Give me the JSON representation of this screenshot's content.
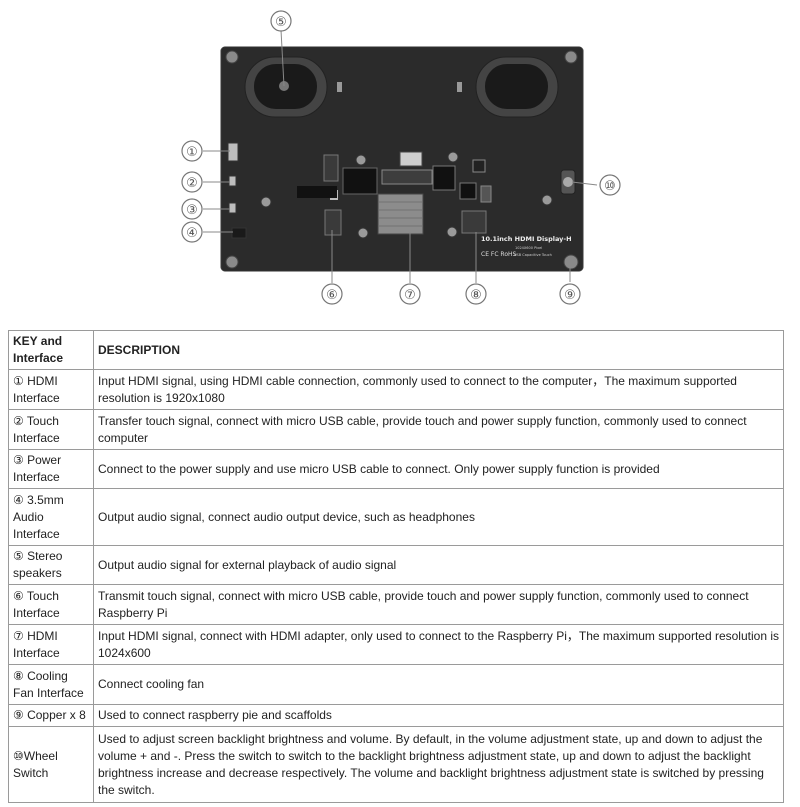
{
  "figure": {
    "callouts": [
      "⑤",
      "①",
      "②",
      "③",
      "④",
      "⑥",
      "⑦",
      "⑧",
      "⑨",
      "⑩"
    ],
    "board_labels": {
      "product": "10.1inch HDMI Display-H",
      "pixels": "1024X600 Pixel",
      "touch": "USB Capacitive Touch",
      "marks": "CE FC RoHS"
    }
  },
  "table": {
    "headers": [
      "KEY and Interface",
      "DESCRIPTION"
    ],
    "rows": [
      {
        "key": "① HDMI Interface",
        "desc": "Input HDMI signal, using HDMI cable connection, commonly used to connect to the computer，The maximum supported resolution is 1920x1080"
      },
      {
        "key": "② Touch Interface",
        "desc": "Transfer touch signal, connect with micro USB cable, provide touch and power supply function, commonly used to connect computer"
      },
      {
        "key": "③ Power Interface",
        "desc": "Connect to the power supply and use micro USB cable to connect. Only power supply function is provided"
      },
      {
        "key": "④ 3.5mm Audio Interface",
        "desc": "Output audio signal, connect audio output device, such as headphones"
      },
      {
        "key": "⑤ Stereo speakers",
        "desc": "Output audio signal for external playback of audio signal"
      },
      {
        "key": "⑥ Touch Interface",
        "desc": "Transmit touch signal, connect with micro USB cable, provide touch and power supply function, commonly used to connect Raspberry Pi"
      },
      {
        "key": "⑦ HDMI Interface",
        "desc": "Input HDMI signal, connect with HDMI adapter, only used to connect to the Raspberry Pi，The maximum supported resolution is 1024x600"
      },
      {
        "key": "⑧ Cooling Fan Interface",
        "desc": "Connect cooling fan"
      },
      {
        "key": "⑨ Copper x 8",
        "desc": "Used to connect raspberry pie and scaffolds"
      },
      {
        "key": "⑩Wheel Switch",
        "desc": "Used to adjust screen backlight brightness and volume. By default, in the volume adjustment state, up and down to adjust the volume + and -. Press the switch to switch to the backlight brightness adjustment state, up and down to adjust the backlight brightness increase and decrease respectively. The volume and backlight brightness adjustment state is switched by pressing the switch."
      }
    ]
  }
}
